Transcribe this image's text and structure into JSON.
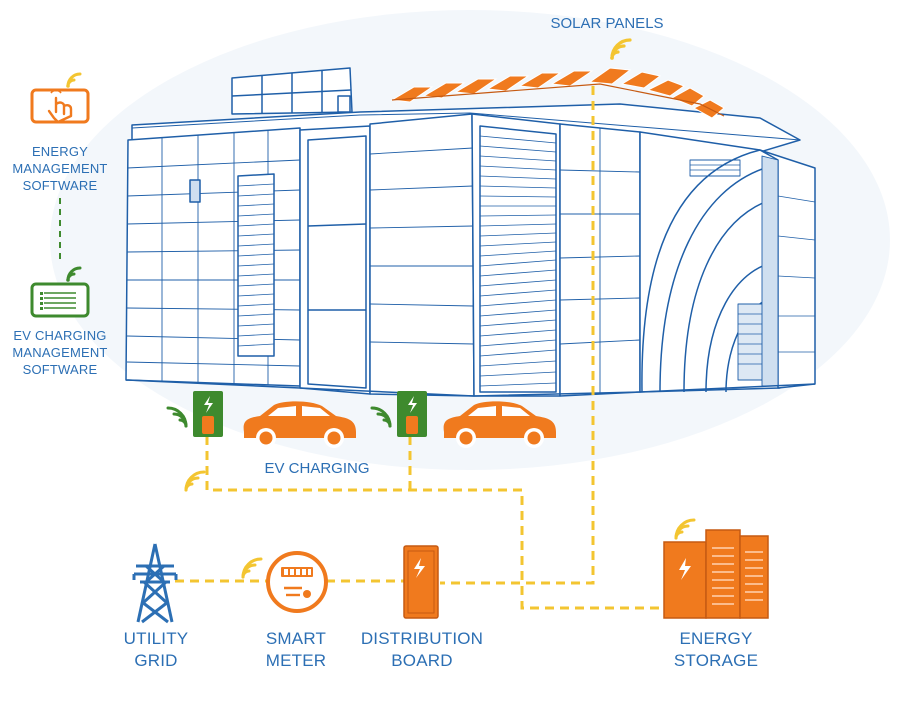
{
  "labels": {
    "solar_panels": "SOLAR PANELS",
    "energy_mgmt": [
      "ENERGY",
      "MANAGEMENT",
      "SOFTWARE"
    ],
    "ev_mgmt": [
      "EV CHARGING",
      "MANAGEMENT",
      "SOFTWARE"
    ],
    "ev_charging": "EV CHARGING",
    "utility_grid": [
      "UTILITY",
      "GRID"
    ],
    "smart_meter": [
      "SMART",
      "METER"
    ],
    "distribution_board": [
      "DISTRIBUTION",
      "BOARD"
    ],
    "energy_storage": [
      "ENERGY",
      "STORAGE"
    ]
  },
  "colors": {
    "building_line": "#1f5fa8",
    "orange": "#f07a1e",
    "green": "#3e8a2e",
    "connection": "#f3c531",
    "label": "#2c6fb4",
    "dashed_software_link": "#3e8a2e"
  },
  "icons": [
    "wifi-icon",
    "touch-screen-icon",
    "ev-charger-icon",
    "car-icon",
    "transmission-tower-icon",
    "smart-meter-icon",
    "distribution-board-icon",
    "battery-storage-icon",
    "solar-panel-icon"
  ]
}
